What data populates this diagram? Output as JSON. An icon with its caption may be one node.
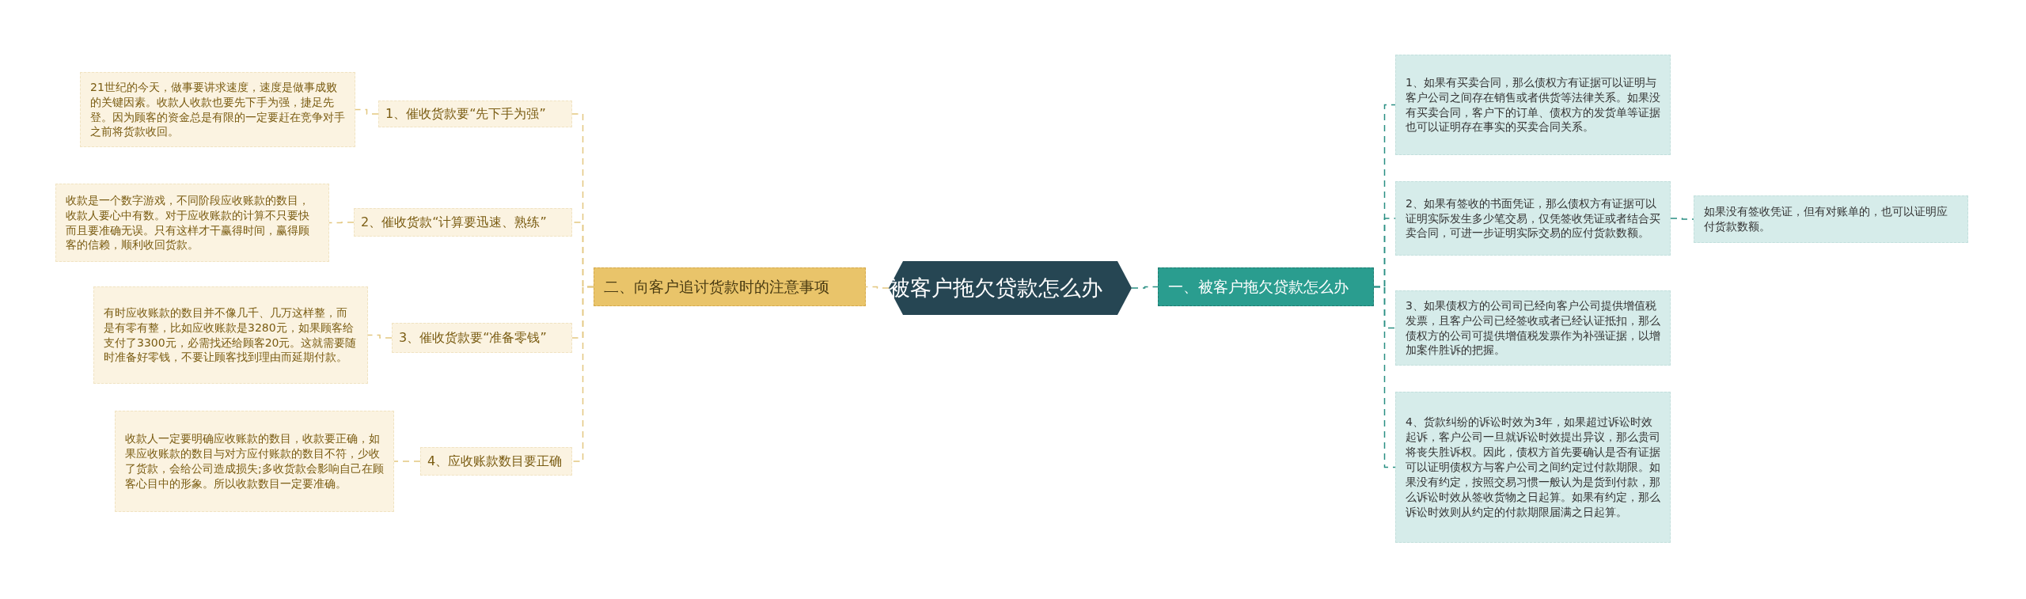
{
  "diagram": {
    "nodes": [
      {
        "text": [
          "被客户拖欠贷款怎么办"
        ]
      },
      {
        "text": [
          "二、向客户追讨货款时的注意事项"
        ]
      },
      {
        "text": [
          "1、催收货款要“先下手为强”"
        ]
      },
      {
        "text": [
          "21世纪的今天，做事要讲求速度，速度是做事成败的关键因素。收款人收款也要先下手为强，捷足先登。因为顾客的资金总是有限的一定要赶在竞争对手之前将货款收回。"
        ]
      },
      {
        "text": [
          "2、催收货款“计算要迅速、熟练”"
        ]
      },
      {
        "text": [
          "收款是一个数字游戏，不同阶段应收账款的数目，收款人要心中有数。对于应收账款的计算不只要快而且要准确无误。只有这样才干赢得时间，赢得顾客的信赖，顺利收回货款。"
        ]
      },
      {
        "text": [
          "3、催收货款要“准备零钱”"
        ]
      },
      {
        "text": [
          "有时应收账款的数目并不像几千、几万这样整，而是有零有整，比如应收账款是3280元，如果顾客给支付了3300元，必需找还给顾客20元。这就需要随时准备好零钱，不要让顾客找到理由而延期付款。"
        ]
      },
      {
        "text": [
          "4、应收账款数目要正确"
        ]
      },
      {
        "text": [
          "收款人一定要明确应收账款的数目，收款要正确，如果应收账款的数目与对方应付账款的数目不符，少收了货款，会给公司造成损失;多收货款会影响自己在顾客心目中的形象。所以收款数目一定要准确。"
        ]
      },
      {
        "text": [
          "一、被客户拖欠贷款怎么办"
        ]
      },
      {
        "text": [
          "1、如果有买卖合同，那么债权方有证据可以证明与客户公司之间存在销售或者供货等法律关系。如果没有买卖合同，客户下的订单、债权方的发货单等证据也可以证明存在事实的买卖合同关系。"
        ]
      },
      {
        "text": [
          "2、如果有签收的书面凭证，那么债权方有证据可以证明实际发生多少笔交易，仅凭签收凭证或者结合买卖合同，可进一步证明实际交易的应付货款数额。"
        ]
      },
      {
        "text": [
          "如果没有签收凭证，但有对账单的，也可以证明应付货款数额。"
        ]
      },
      {
        "text": [
          "3、如果债权方的公司司已经向客户公司提供增值税发票，且客户公司已经签收或者已经认证抵扣，那么债权方的公司可提供增值税发票作为补强证据，以增加案件胜诉的把握。"
        ]
      },
      {
        "text": [
          "4、货款纠纷的诉讼时效为3年，如果超过诉讼时效起诉，客户公司一旦就诉讼时效提出异议，那么贵司将丧失胜诉权。因此，债权方首先要确认是否有证据可以证明债权方与客户公司之间约定过付款期限。如果没有约定，按照交易习惯一般认为是货到付款，那么诉讼时效从签收货物之日起算。如果有约定，那么诉讼时效则从约定的付款期限届满之日起算。"
        ]
      }
    ],
    "edges": [
      {
        "from": 0,
        "to": 1,
        "arrow": "none",
        "style": "dashed"
      },
      {
        "from": 1,
        "to": 2,
        "arrow": "none",
        "style": "dashed"
      },
      {
        "from": 2,
        "to": 3,
        "arrow": "none",
        "style": "dashed"
      },
      {
        "from": 1,
        "to": 4,
        "arrow": "none",
        "style": "dashed"
      },
      {
        "from": 4,
        "to": 5,
        "arrow": "none",
        "style": "dashed"
      },
      {
        "from": 1,
        "to": 6,
        "arrow": "none",
        "style": "dashed"
      },
      {
        "from": 6,
        "to": 7,
        "arrow": "none",
        "style": "dashed"
      },
      {
        "from": 1,
        "to": 8,
        "arrow": "none",
        "style": "dashed"
      },
      {
        "from": 8,
        "to": 9,
        "arrow": "none",
        "style": "dashed"
      },
      {
        "from": 0,
        "to": 10,
        "arrow": "none",
        "style": "dashed",
        "color": "#2a8f83"
      },
      {
        "from": 10,
        "to": 11,
        "arrow": "none",
        "style": "dashed",
        "color": "#2a8f83"
      },
      {
        "from": 10,
        "to": 12,
        "arrow": "none",
        "style": "dashed",
        "color": "#2a8f83"
      },
      {
        "from": 12,
        "to": 13,
        "arrow": "none",
        "style": "dashed",
        "color": "#2a8f83"
      },
      {
        "from": 10,
        "to": 14,
        "arrow": "none",
        "style": "dashed",
        "color": "#2a8f83"
      },
      {
        "from": 10,
        "to": 15,
        "arrow": "none",
        "style": "dashed",
        "color": "#2a8f83"
      }
    ]
  }
}
